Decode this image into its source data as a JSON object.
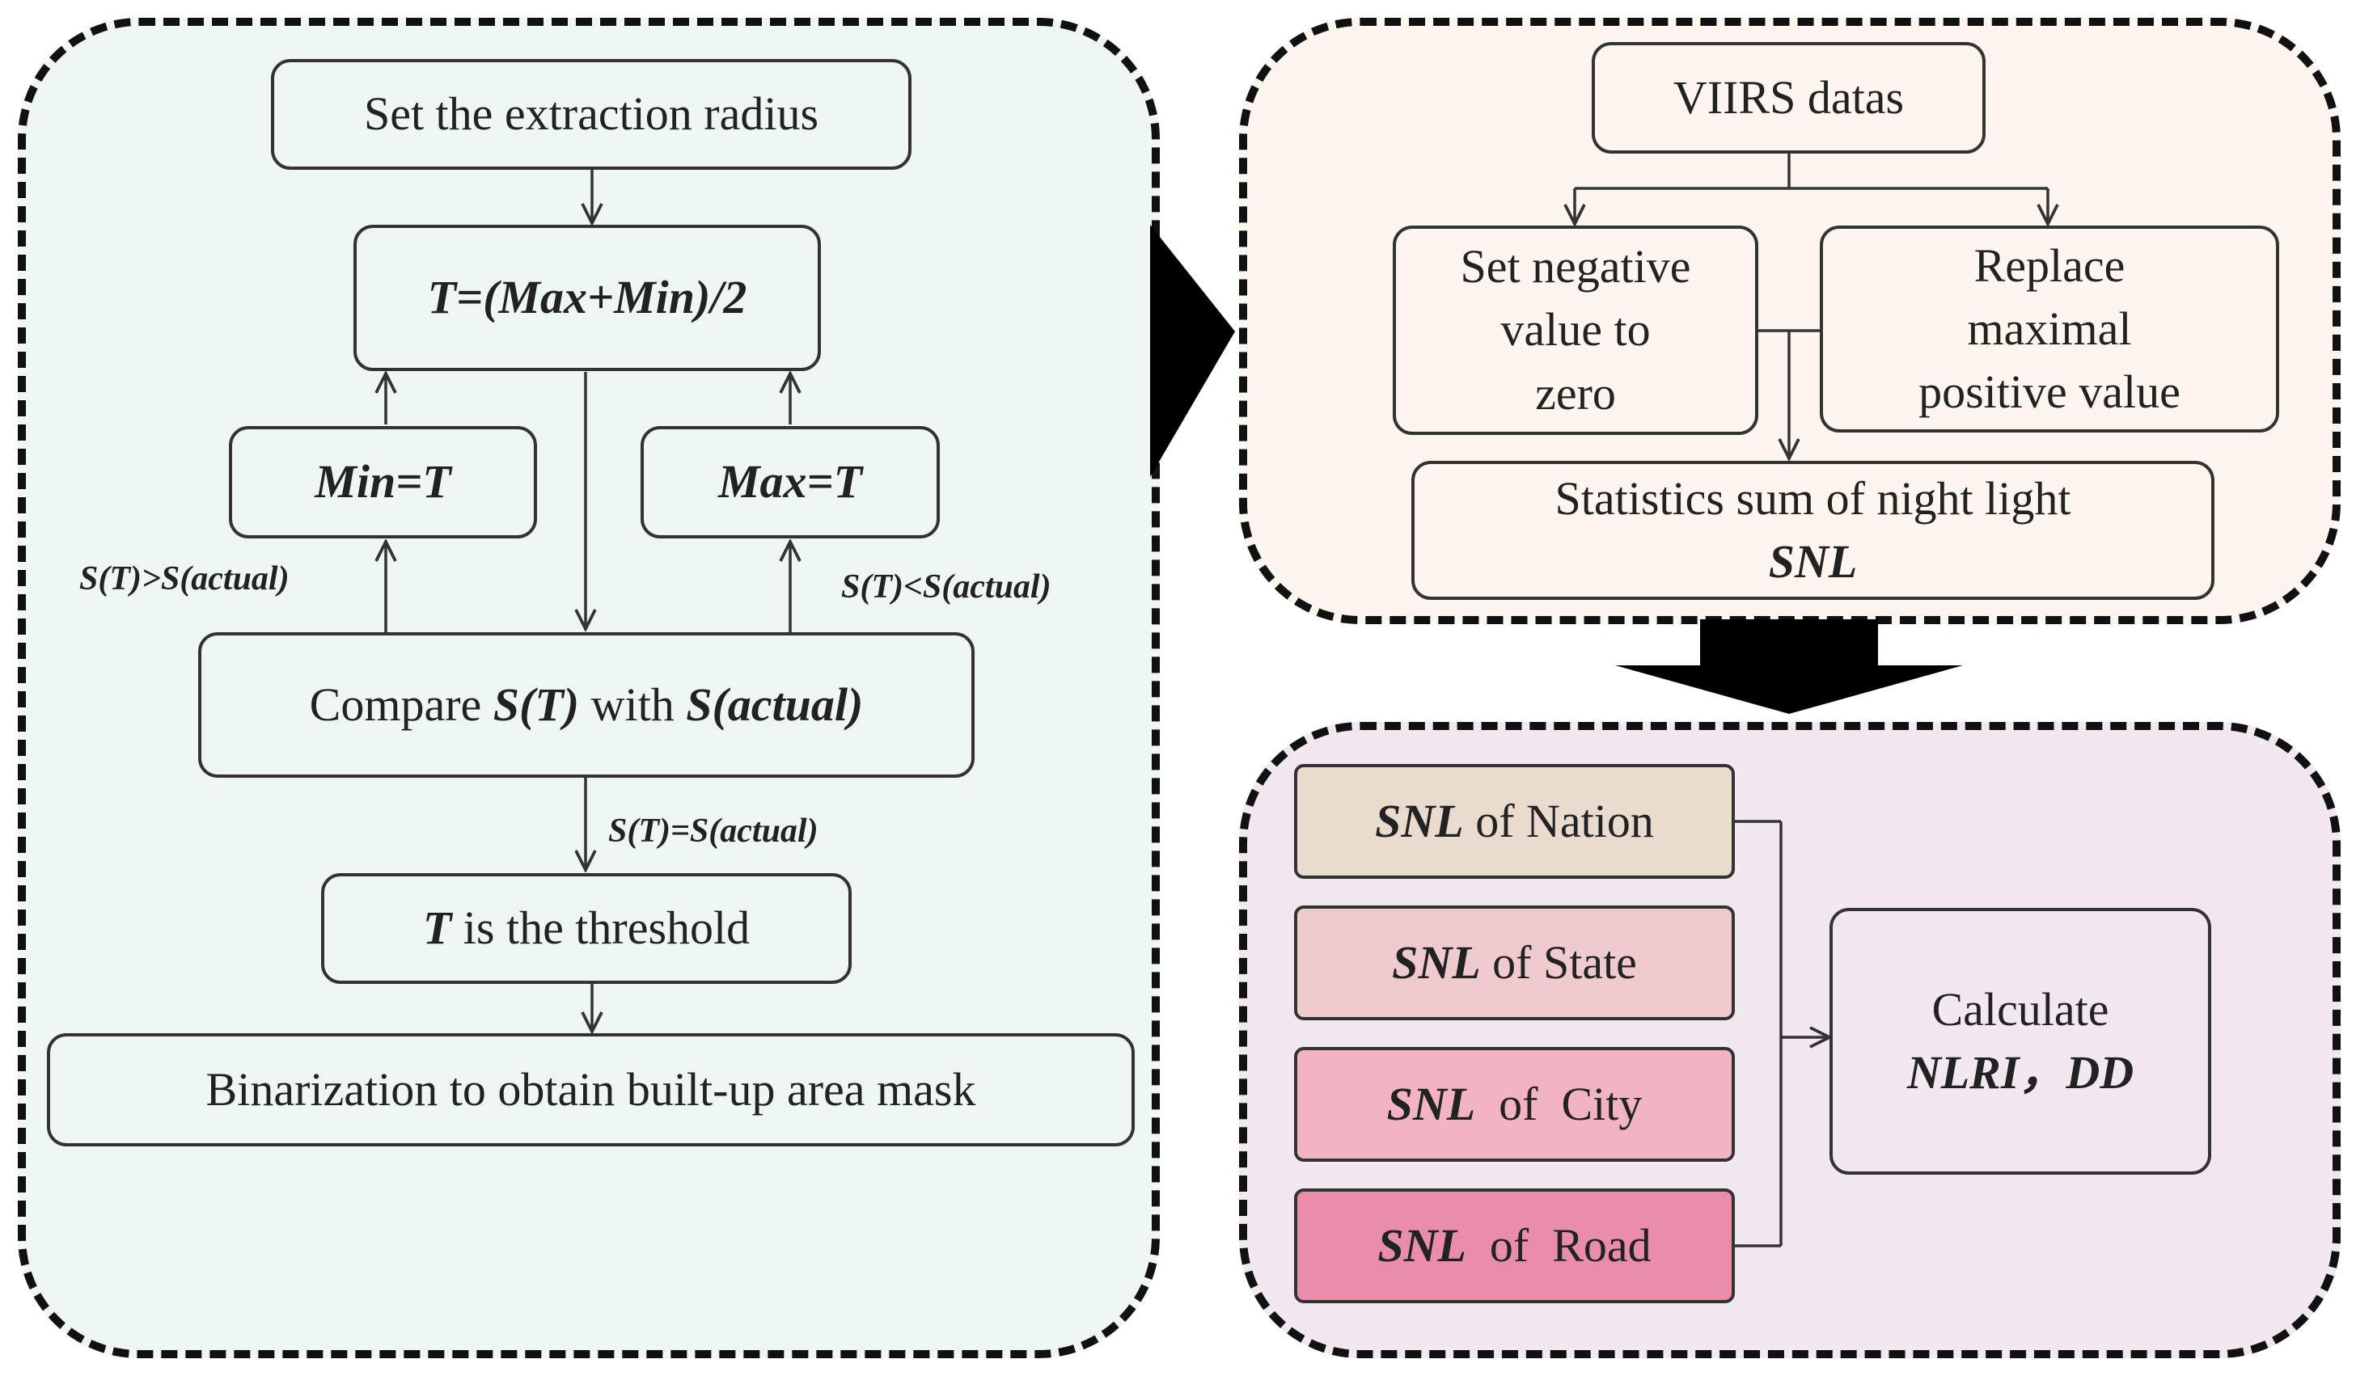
{
  "extraction": {
    "set_radius": "Set the extraction radius",
    "threshold_formula": "T=(Max+Min)/2",
    "min_update": "Min=T",
    "max_update": "Max=T",
    "compare": {
      "prefix": "Compare ",
      "term1": "S(T)",
      "middle": " with ",
      "term2": "S(actual)"
    },
    "cond_greater": "S(T)>S(actual)",
    "cond_less": "S(T)<S(actual)",
    "cond_equal": "S(T)=S(actual)",
    "threshold": {
      "var": "T",
      "rest": " is the threshold"
    },
    "binarization": "Binarization to obtain built-up area mask"
  },
  "preprocess": {
    "viirs": "VIIRS datas",
    "set_negative": [
      "Set negative",
      "value to",
      "zero"
    ],
    "replace_max": [
      "Replace",
      "maximal",
      "positive value"
    ],
    "stats_line": "Statistics sum of night light",
    "stats_term": "SNL"
  },
  "calculation": {
    "levels": [
      {
        "term": "SNL",
        "suffix": " of Nation",
        "color": "#eadbcf"
      },
      {
        "term": "SNL",
        "suffix": " of State",
        "color": "#efcbcd"
      },
      {
        "term": "SNL",
        "suffix": "  of  City",
        "color": "#f2b3c3"
      },
      {
        "term": "SNL",
        "suffix": "  of  Road",
        "color": "#e88ea8"
      }
    ],
    "calc_label": "Calculate",
    "calc_terms": "NLRI，DD"
  }
}
